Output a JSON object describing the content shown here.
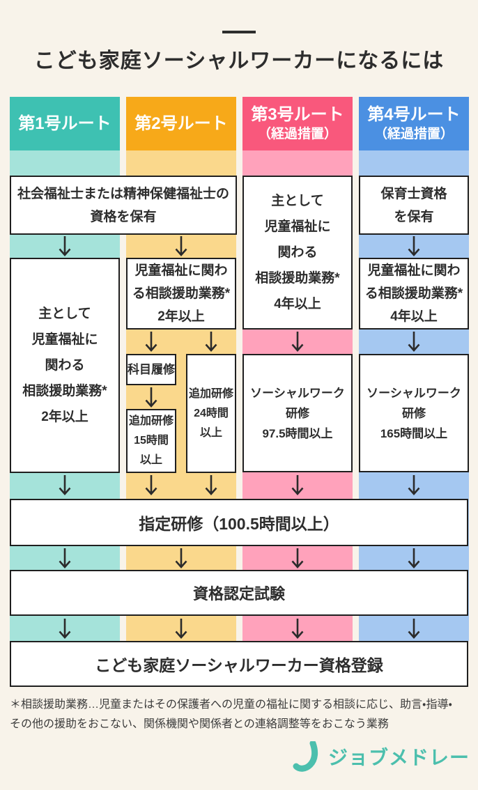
{
  "page": {
    "title": "こども家庭ソーシャルワーカーになるには",
    "background": "#F8F3EA"
  },
  "routes": [
    {
      "label": "第1号ルート",
      "sublabel": "",
      "color": "#3EC1B2",
      "light_color": "#A5E3DA"
    },
    {
      "label": "第2号ルート",
      "sublabel": "",
      "color": "#F7A919",
      "light_color": "#FAD88C"
    },
    {
      "label": "第3号ルート",
      "sublabel": "（経過措置）",
      "color": "#F9587C",
      "light_color": "#FFA2BB"
    },
    {
      "label": "第4号ルート",
      "sublabel": "（経過措置）",
      "color": "#4B90E2",
      "light_color": "#A5C8F1"
    }
  ],
  "boxes": {
    "welfare_license": {
      "lines": [
        "社会福祉士または精神保健福祉士の",
        "資格を保有"
      ]
    },
    "route1_experience": {
      "lines": [
        "主として",
        "児童福祉に",
        "関わる",
        "相談援助業務*",
        "2年以上"
      ]
    },
    "route2_experience": {
      "lines": [
        "児童福祉に関わ",
        "る相談援助業務*",
        "2年以上"
      ]
    },
    "route2_course": {
      "lines": [
        "科目履修"
      ]
    },
    "route2_training15": {
      "lines": [
        "追加研修",
        "15時間",
        "以上"
      ]
    },
    "route2_training24": {
      "lines": [
        "追加研修",
        "24時間",
        "以上"
      ]
    },
    "route3_experience": {
      "lines": [
        "主として",
        "児童福祉に",
        "関わる",
        "相談援助業務*",
        "4年以上"
      ]
    },
    "route3_sw_training": {
      "lines": [
        "ソーシャルワーク",
        "研修",
        "97.5時間以上"
      ]
    },
    "route4_license": {
      "lines": [
        "保育士資格",
        "を保有"
      ]
    },
    "route4_experience": {
      "lines": [
        "児童福祉に関わ",
        "る相談援助業務*",
        "4年以上"
      ]
    },
    "route4_sw_training": {
      "lines": [
        "ソーシャルワーク",
        "研修",
        "165時間以上"
      ]
    },
    "designated_training": {
      "lines": [
        "指定研修（100.5時間以上）"
      ]
    },
    "certification_exam": {
      "lines": [
        "資格認定試験"
      ]
    },
    "registration": {
      "lines": [
        "こども家庭ソーシャルワーカー資格登録"
      ]
    }
  },
  "footnote": {
    "lines": [
      "＊相談援助業務…児童またはその保護者への児童の福祉に関する相談に応じ、助言・指導・",
      "その他の援助をおこない、関係機関や関係者との連絡調整等をおこなう業務"
    ]
  },
  "logo": {
    "brand": "ジョブメドレー",
    "color": "#4CBFAD"
  }
}
